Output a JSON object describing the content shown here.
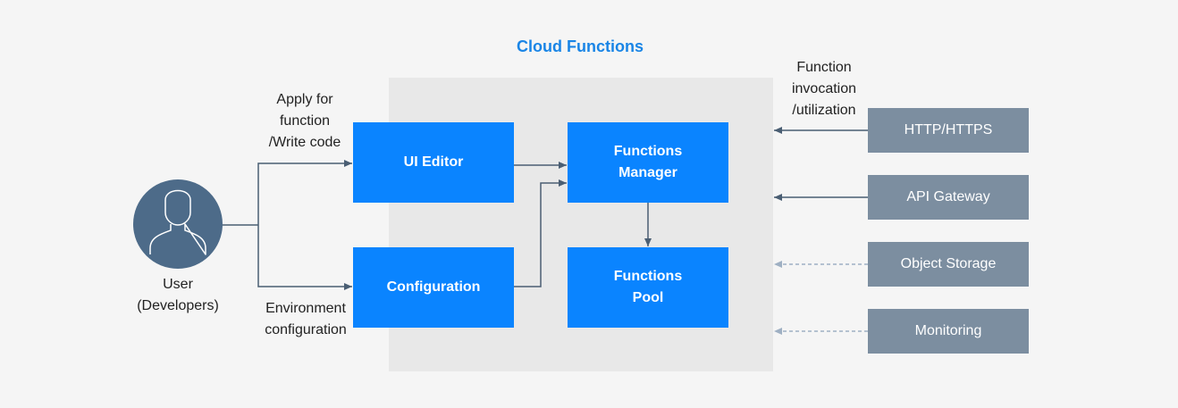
{
  "title": "Cloud Functions",
  "user": {
    "label_line1": "User",
    "label_line2": "(Developers)"
  },
  "annotations": {
    "apply": [
      "Apply for",
      "function",
      "/Write code"
    ],
    "environment": [
      "Environment",
      "configuration"
    ],
    "invocation": [
      "Function",
      "invocation",
      "/utilization"
    ]
  },
  "components": {
    "ui_editor": "UI Editor",
    "configuration": "Configuration",
    "functions_manager": [
      "Functions",
      "Manager"
    ],
    "functions_pool": [
      "Functions",
      "Pool"
    ]
  },
  "sources": [
    {
      "label": "HTTP/HTTPS",
      "link": "solid"
    },
    {
      "label": "API Gateway",
      "link": "solid"
    },
    {
      "label": "Object Storage",
      "link": "dashed"
    },
    {
      "label": "Monitoring",
      "link": "dashed"
    }
  ],
  "colors": {
    "accent": "#1a85e6",
    "component": "#0a84ff",
    "source": "#7c8ea0",
    "avatar": "#4d6b89",
    "arrow": "#4a5e73",
    "dashed_arrow": "#9fb0c3"
  }
}
